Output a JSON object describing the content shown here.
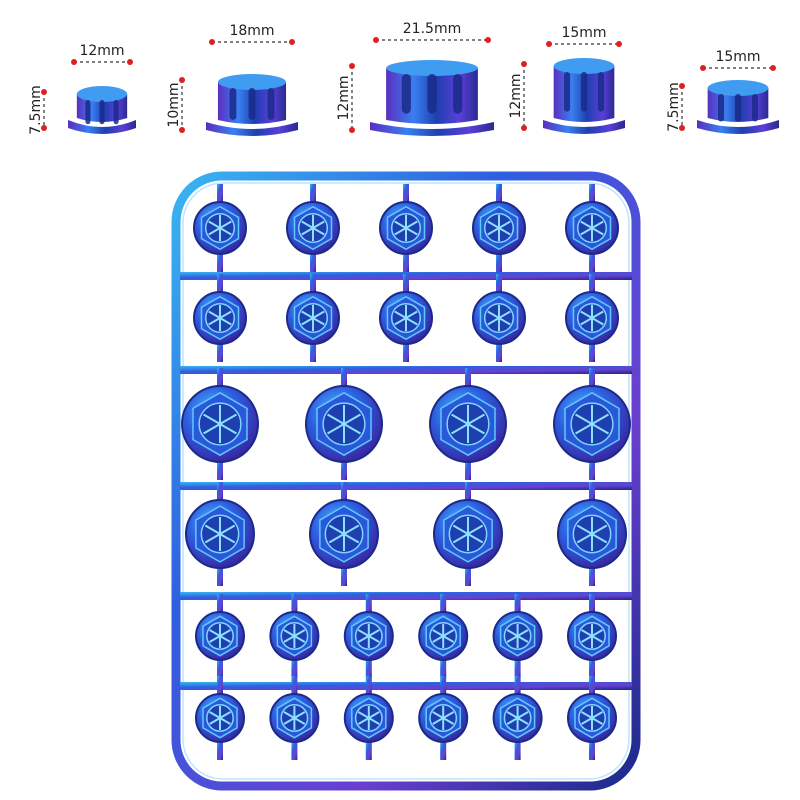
{
  "palette": {
    "metal_blue": "#2f5fe0",
    "metal_violet": "#6a3fd0",
    "metal_cyan": "#39b6f0",
    "metal_dark": "#1a2a8a",
    "marker_red": "#e02020",
    "text_dark": "#222222"
  },
  "nut_sizes": [
    {
      "width": "12mm",
      "height": "7.5mm"
    },
    {
      "width": "18mm",
      "height": "10mm"
    },
    {
      "width": "21.5mm",
      "height": "12mm"
    },
    {
      "width": "15mm",
      "height": "12mm"
    },
    {
      "width": "15mm",
      "height": "7.5mm"
    }
  ],
  "sprue_rows": [
    5,
    5,
    4,
    4,
    6,
    6
  ]
}
